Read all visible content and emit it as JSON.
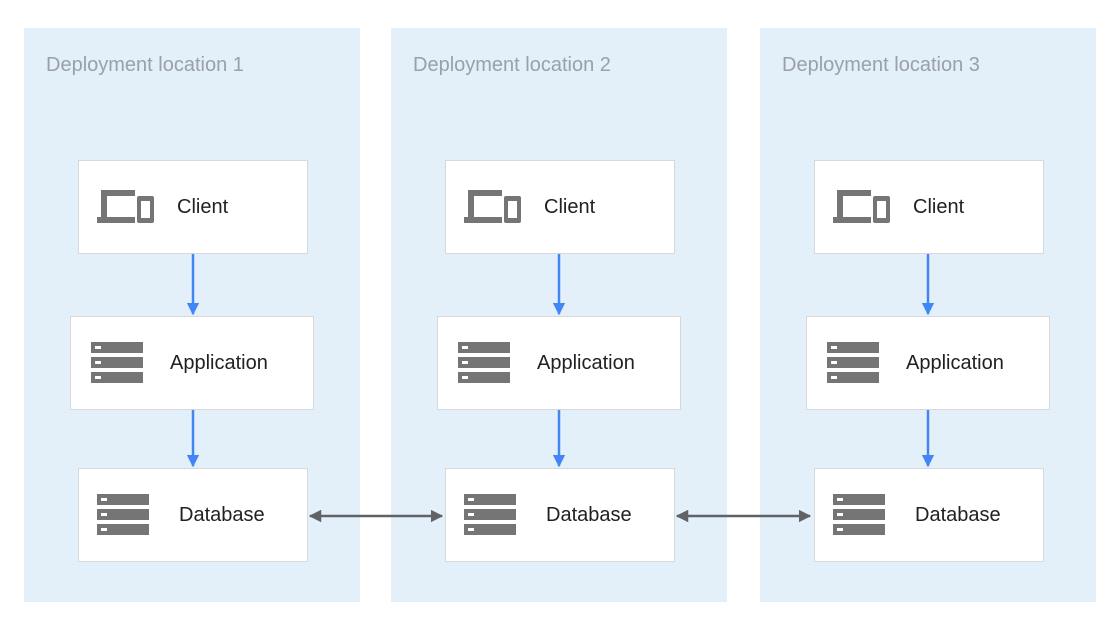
{
  "locations": [
    {
      "title": "Deployment location 1",
      "client": {
        "label": "Client",
        "icon": "laptop-phone-icon"
      },
      "application": {
        "label": "Application",
        "icon": "server-stack-icon"
      },
      "database": {
        "label": "Database",
        "icon": "database-stack-icon"
      }
    },
    {
      "title": "Deployment location 2",
      "client": {
        "label": "Client",
        "icon": "laptop-phone-icon"
      },
      "application": {
        "label": "Application",
        "icon": "server-stack-icon"
      },
      "database": {
        "label": "Database",
        "icon": "database-stack-icon"
      }
    },
    {
      "title": "Deployment location 3",
      "client": {
        "label": "Client",
        "icon": "laptop-phone-icon"
      },
      "application": {
        "label": "Application",
        "icon": "server-stack-icon"
      },
      "database": {
        "label": "Database",
        "icon": "database-stack-icon"
      }
    }
  ],
  "connections": [
    {
      "from": "client",
      "to": "application",
      "direction": "down",
      "color": "#4285f4"
    },
    {
      "from": "application",
      "to": "database",
      "direction": "down",
      "color": "#4285f4"
    },
    {
      "from": "database-1",
      "to": "database-2",
      "direction": "bidirectional",
      "color": "#5f6368"
    },
    {
      "from": "database-2",
      "to": "database-3",
      "direction": "bidirectional",
      "color": "#5f6368"
    }
  ],
  "colors": {
    "panel_background": "#e3eff9",
    "title_text": "#9aa0a6",
    "icon": "#757575",
    "flow_arrow": "#4285f4",
    "sync_arrow": "#5f6368"
  }
}
